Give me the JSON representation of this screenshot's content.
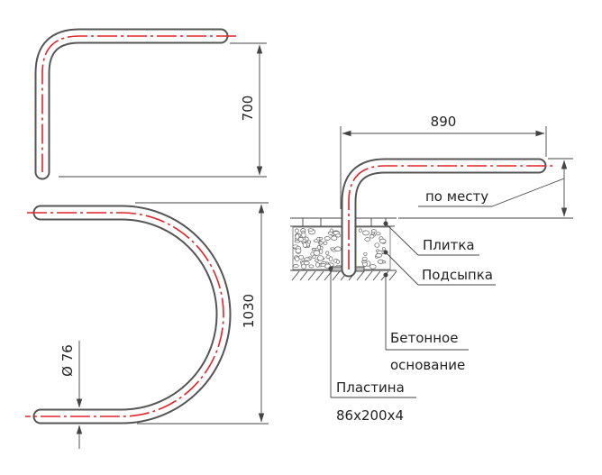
{
  "dimensions": {
    "upper_height": "700",
    "lower_height": "1030",
    "width_right": "890",
    "diameter": "Ø 76"
  },
  "labels": {
    "in_place": "по месту",
    "tile": "Плитка",
    "bedding": "Подсыпка",
    "concrete_line1": "Бетонное",
    "concrete_line2": "основание",
    "plate_line1": "Пластина",
    "plate_line2": "86x200x4"
  },
  "colors": {
    "pipe_outline": "#555555",
    "axis_line": "#e0242a",
    "dimension_line": "#444444"
  }
}
